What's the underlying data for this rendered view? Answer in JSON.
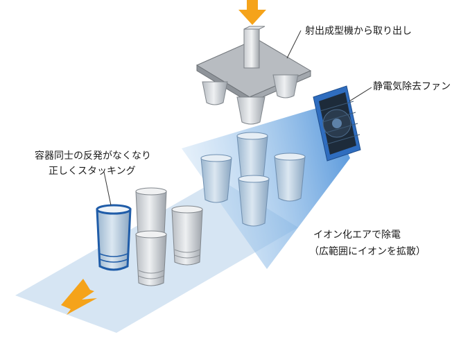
{
  "labels": {
    "molding_removal": "射出成型機から取り出し",
    "static_fan": "静電気除去ファン",
    "stacking_line1": "容器同士の反発がなくなり",
    "stacking_line2": "正しくスタッキング",
    "ion_line1": "イオン化エアで除電",
    "ion_line2": "（広範囲にイオンを拡散）"
  },
  "colors": {
    "arrow": "#f5a31a",
    "conveyor": "#c8ddef",
    "ion_beam": "#86b9e6",
    "highlight_outline": "#1f5ca8",
    "cup_body": "#d9dde2",
    "fan_frame": "#3f7fcf",
    "platen": "#a9adb2"
  },
  "icons": {
    "down_arrow": "orange-down-arrow-icon",
    "output_arrow": "orange-diagonal-arrow-icon",
    "fan": "ionizer-fan-icon"
  }
}
